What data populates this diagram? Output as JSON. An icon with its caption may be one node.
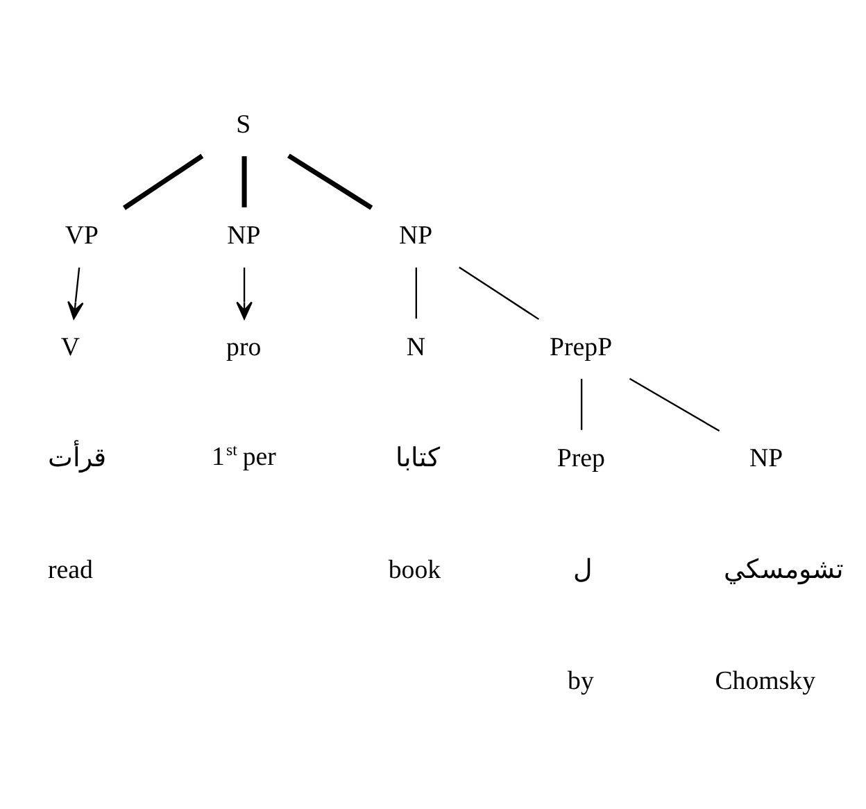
{
  "diagram": {
    "nodes": [
      {
        "text": [
          "S"
        ]
      },
      {
        "text": [
          "VP"
        ]
      },
      {
        "text": [
          "NP"
        ]
      },
      {
        "text": [
          "NP"
        ]
      },
      {
        "text": [
          "V"
        ]
      },
      {
        "text": [
          "pro"
        ]
      },
      {
        "text": [
          "N"
        ]
      },
      {
        "text": [
          "PrepP"
        ]
      },
      {
        "text": [
          "Prep"
        ]
      },
      {
        "text": [
          "NP"
        ]
      }
    ],
    "edges": [
      {
        "from": 0,
        "to": 1,
        "arrow": "none",
        "style": "thick"
      },
      {
        "from": 0,
        "to": 2,
        "arrow": "none",
        "style": "thick"
      },
      {
        "from": 0,
        "to": 3,
        "arrow": "none",
        "style": "thick"
      },
      {
        "from": 1,
        "to": 4,
        "arrow": "to"
      },
      {
        "from": 2,
        "to": 5,
        "arrow": "to"
      },
      {
        "from": 3,
        "to": 6,
        "arrow": "none"
      },
      {
        "from": 3,
        "to": 7,
        "arrow": "none"
      },
      {
        "from": 7,
        "to": 8,
        "arrow": "none"
      },
      {
        "from": 7,
        "to": 9,
        "arrow": "none"
      }
    ],
    "labels": [
      "قرأت",
      "1$^{st}$ per",
      "كتابا",
      "read",
      "book",
      "ل",
      "تشومسكي",
      "by",
      "Chomsky"
    ]
  }
}
